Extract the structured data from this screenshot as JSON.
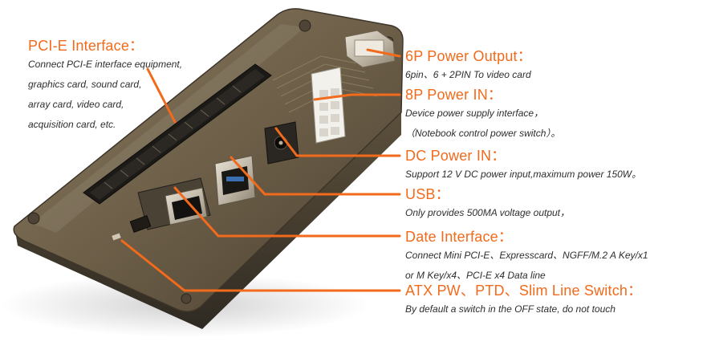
{
  "colors": {
    "accent": "#f26a1b",
    "body_text": "#2e2e2e",
    "device_body": "#6a5c45"
  },
  "labels": {
    "pcie": {
      "title": "PCI-E Interface：",
      "lines": [
        "Connect PCI-E interface equipment,",
        "graphics card, sound card,",
        "array card, video card,",
        "acquisition card, etc."
      ]
    },
    "power6p": {
      "title": "6P Power Output：",
      "lines": [
        "6pin、6 + 2PIN To video card"
      ]
    },
    "power8p": {
      "title": "8P Power IN：",
      "lines": [
        "Device power supply interface，",
        "（Notebook control power switch）。"
      ]
    },
    "dc": {
      "title": "DC Power IN：",
      "lines": [
        "Support 12 V DC power input,maximum power 150W。"
      ]
    },
    "usb": {
      "title": "USB：",
      "lines": [
        "Only provides 500MA voltage output，"
      ]
    },
    "date": {
      "title": "Date Interface：",
      "lines": [
        "Connect Mini PCI-E、Expresscard、NGFF/M.2  A Key/x1",
        "or M Key/x4、PCI-E x4 Data line"
      ]
    },
    "atx": {
      "title": "ATX PW、PTD、Slim Line Switch：",
      "lines": [
        "By default a switch in the OFF state, do not touch"
      ]
    }
  }
}
